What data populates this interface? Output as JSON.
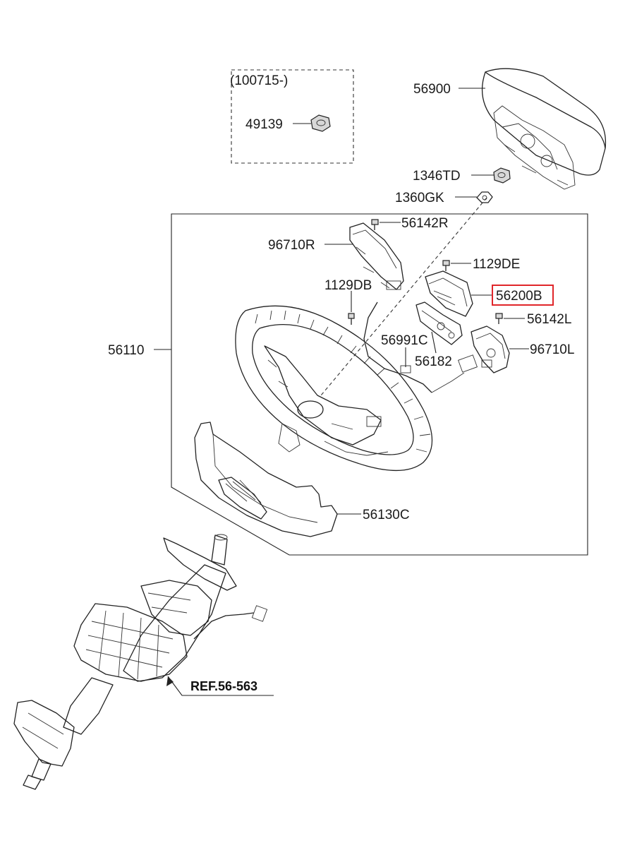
{
  "variant_box": {
    "label": "(100715-)"
  },
  "parts": {
    "p56900": "56900",
    "p49139": "49139",
    "p1346TD": "1346TD",
    "p1360GK": "1360GK",
    "p56142R": "56142R",
    "p96710R": "96710R",
    "p1129DE": "1129DE",
    "p1129DB": "1129DB",
    "p56200B": "56200B",
    "p56142L": "56142L",
    "p56991C": "56991C",
    "p56182": "56182",
    "p96710L": "96710L",
    "p56110": "56110",
    "p56130C": "56130C"
  },
  "reference": {
    "label": "REF.56-563"
  },
  "highlight": {
    "part": "56200B",
    "color": "#e0262a"
  }
}
